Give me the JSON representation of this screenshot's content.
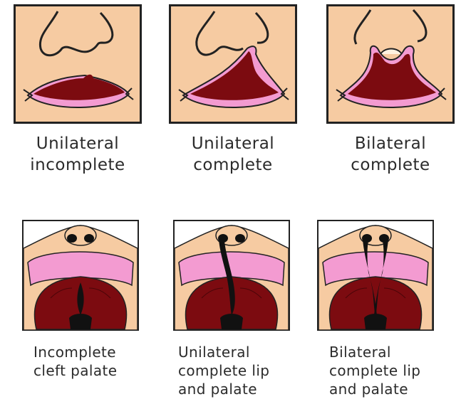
{
  "colors": {
    "skin": "#f6cba2",
    "lip": "#f39bd1",
    "mouth": "#7c0b10",
    "outline": "#222222",
    "white": "#ffffff",
    "black": "#111111"
  },
  "lip_row": [
    {
      "caption": "Unilateral\nincomplete",
      "variant": "unilateral-incomplete"
    },
    {
      "caption": "Unilateral\ncomplete",
      "variant": "unilateral-complete"
    },
    {
      "caption": "Bilateral\ncomplete",
      "variant": "bilateral-complete"
    }
  ],
  "palate_row": [
    {
      "caption": "Incomplete\ncleft palate",
      "variant": "incomplete-palate"
    },
    {
      "caption": "Unilateral\ncomplete lip\nand palate",
      "variant": "unilateral-lip-palate"
    },
    {
      "caption": "Bilateral\ncomplete lip\nand palate",
      "variant": "bilateral-lip-palate"
    }
  ]
}
